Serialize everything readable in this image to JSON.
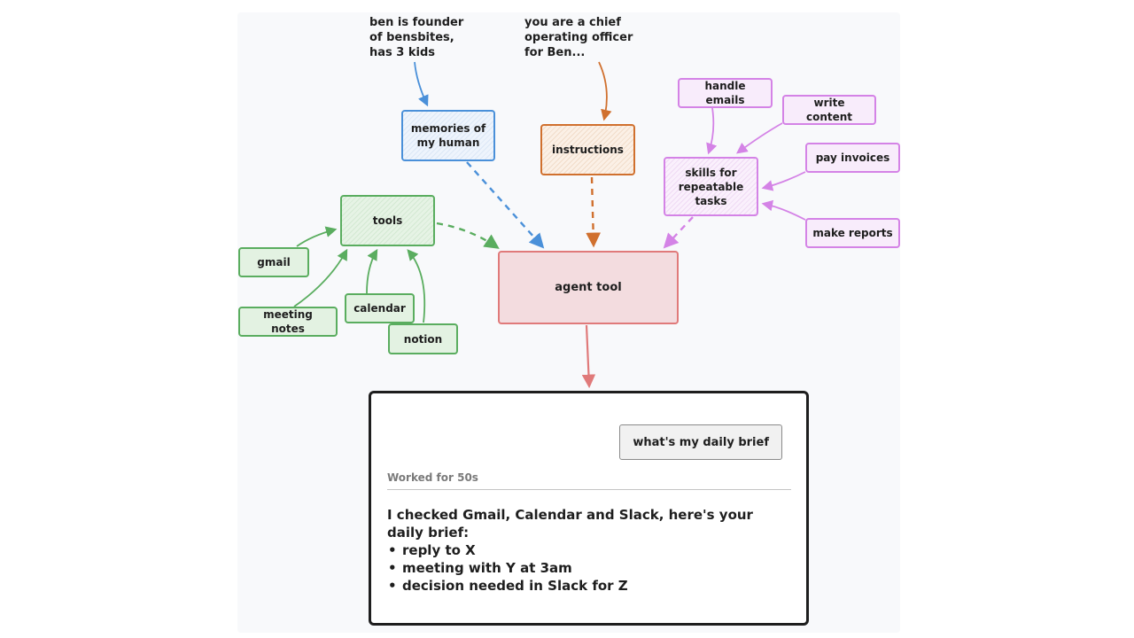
{
  "notes": {
    "founder": "ben is founder\nof bensbites,\nhas 3 kids",
    "coo": "you are a chief\noperating officer\nfor Ben..."
  },
  "nodes": {
    "memories": "memories of\nmy human",
    "instructions": "instructions",
    "skills": "skills for\nrepeatable\ntasks",
    "tools": "tools",
    "agent": "agent tool",
    "gmail": "gmail",
    "meeting_notes": "meeting notes",
    "calendar": "calendar",
    "notion": "notion",
    "handle_emails": "handle emails",
    "write_content": "write content",
    "pay_invoices": "pay invoices",
    "make_reports": "make reports"
  },
  "output": {
    "prompt": "what's my daily brief",
    "worked": "Worked for 50s",
    "reply_intro": "I checked Gmail, Calendar and Slack, here's your daily brief:",
    "bullets": [
      "reply to X",
      "meeting with Y at 3am",
      "decision needed in Slack for Z"
    ]
  },
  "colors": {
    "memories": "#4a90d9",
    "instructions": "#d0702e",
    "tools": "#5aad5f",
    "skills": "#d483e6",
    "agent": "#e07a7a"
  }
}
